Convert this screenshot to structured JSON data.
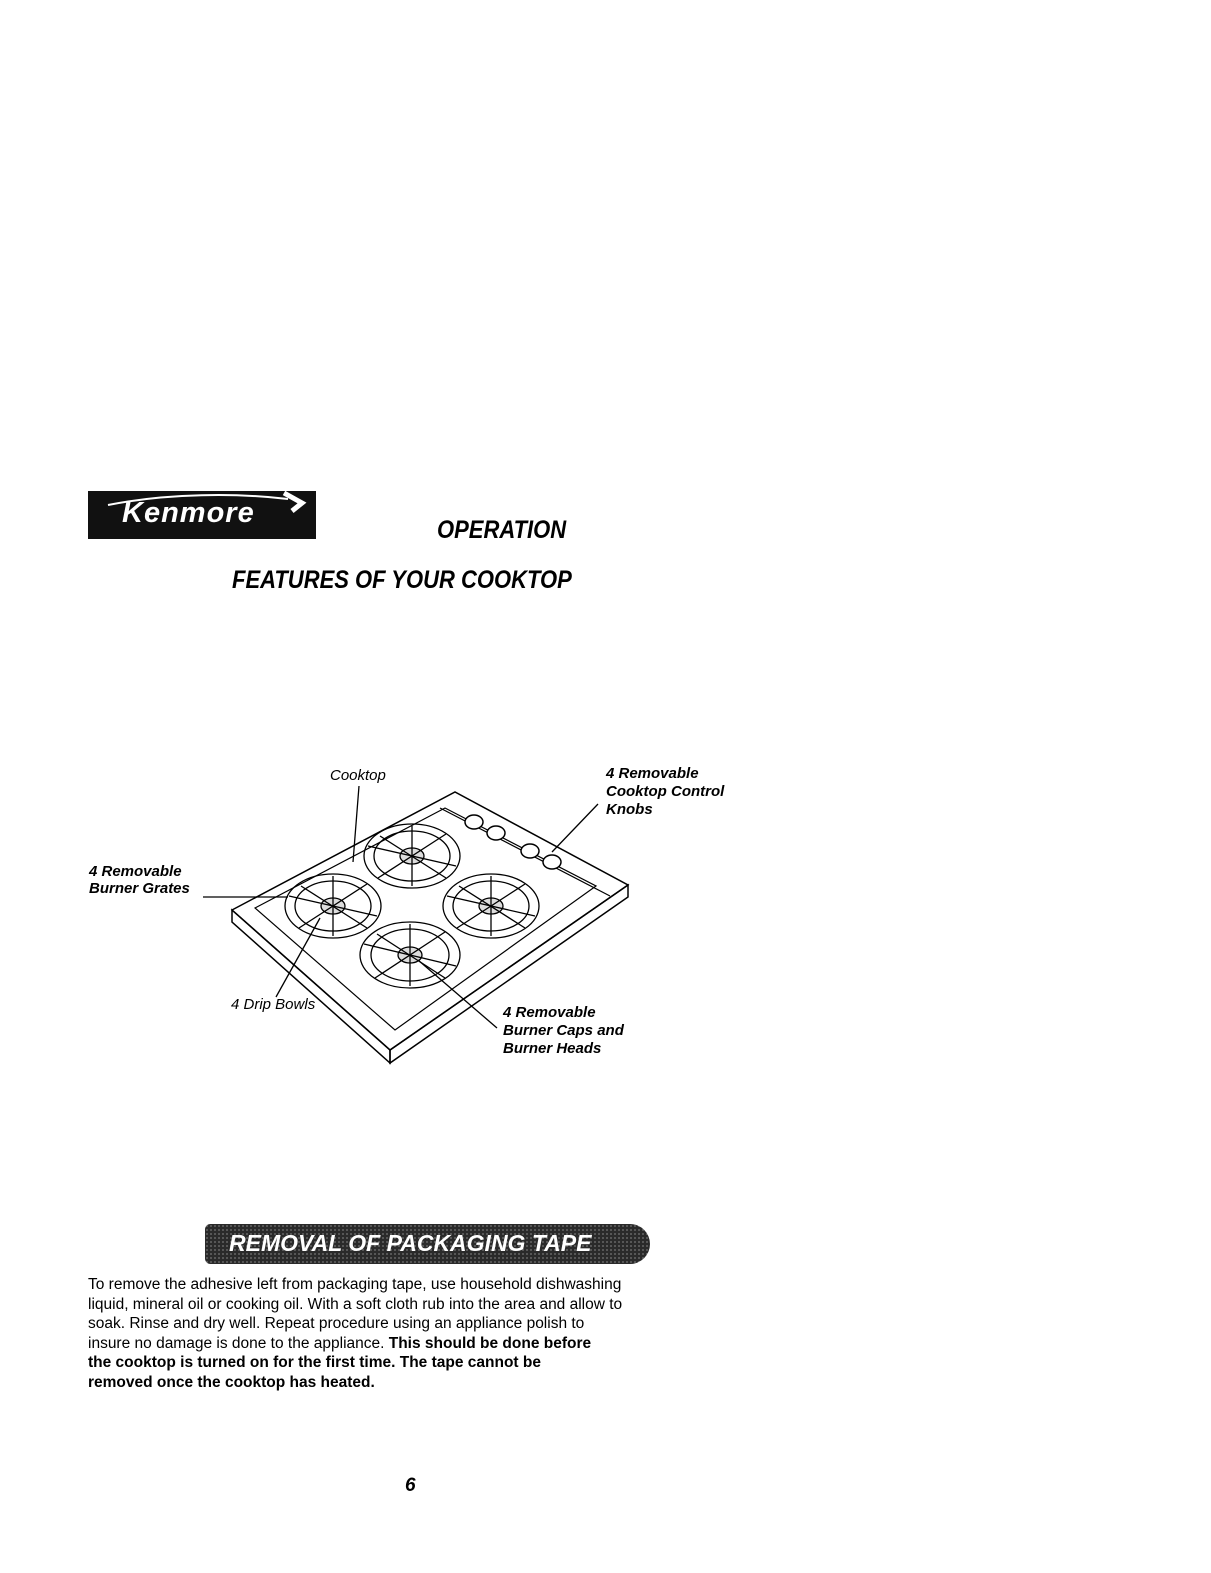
{
  "brand": {
    "logo_text": "Kenmore"
  },
  "header": {
    "section": "OPERATION",
    "title": "FEATURES OF YOUR COOKTOP"
  },
  "diagram": {
    "labels": {
      "cooktop": "Cooktop",
      "knobs": [
        "4 Removable",
        "Cooktop Control",
        "Knobs"
      ],
      "grates": [
        "4 Removable",
        "Burner Grates"
      ],
      "drip_bowls": "4 Drip Bowls",
      "caps": [
        "4 Removable",
        "Burner Caps and",
        "Burner Heads"
      ]
    }
  },
  "packaging": {
    "heading": "REMOVAL OF PACKAGING TAPE",
    "body_lines": [
      "To remove the adhesive left from packaging tape, use household dishwashing",
      "liquid, mineral oil or cooking oil. With a soft cloth rub into the area and allow to",
      "soak. Rinse and dry well. Repeat procedure using an appliance polish to",
      "insure no damage is done to the appliance. "
    ],
    "bold_lead": "This should be done before",
    "bold_lines": [
      "the cooktop is turned on for the first time. The tape cannot be",
      "removed once the cooktop has heated."
    ]
  },
  "footer": {
    "page_number": "6"
  }
}
